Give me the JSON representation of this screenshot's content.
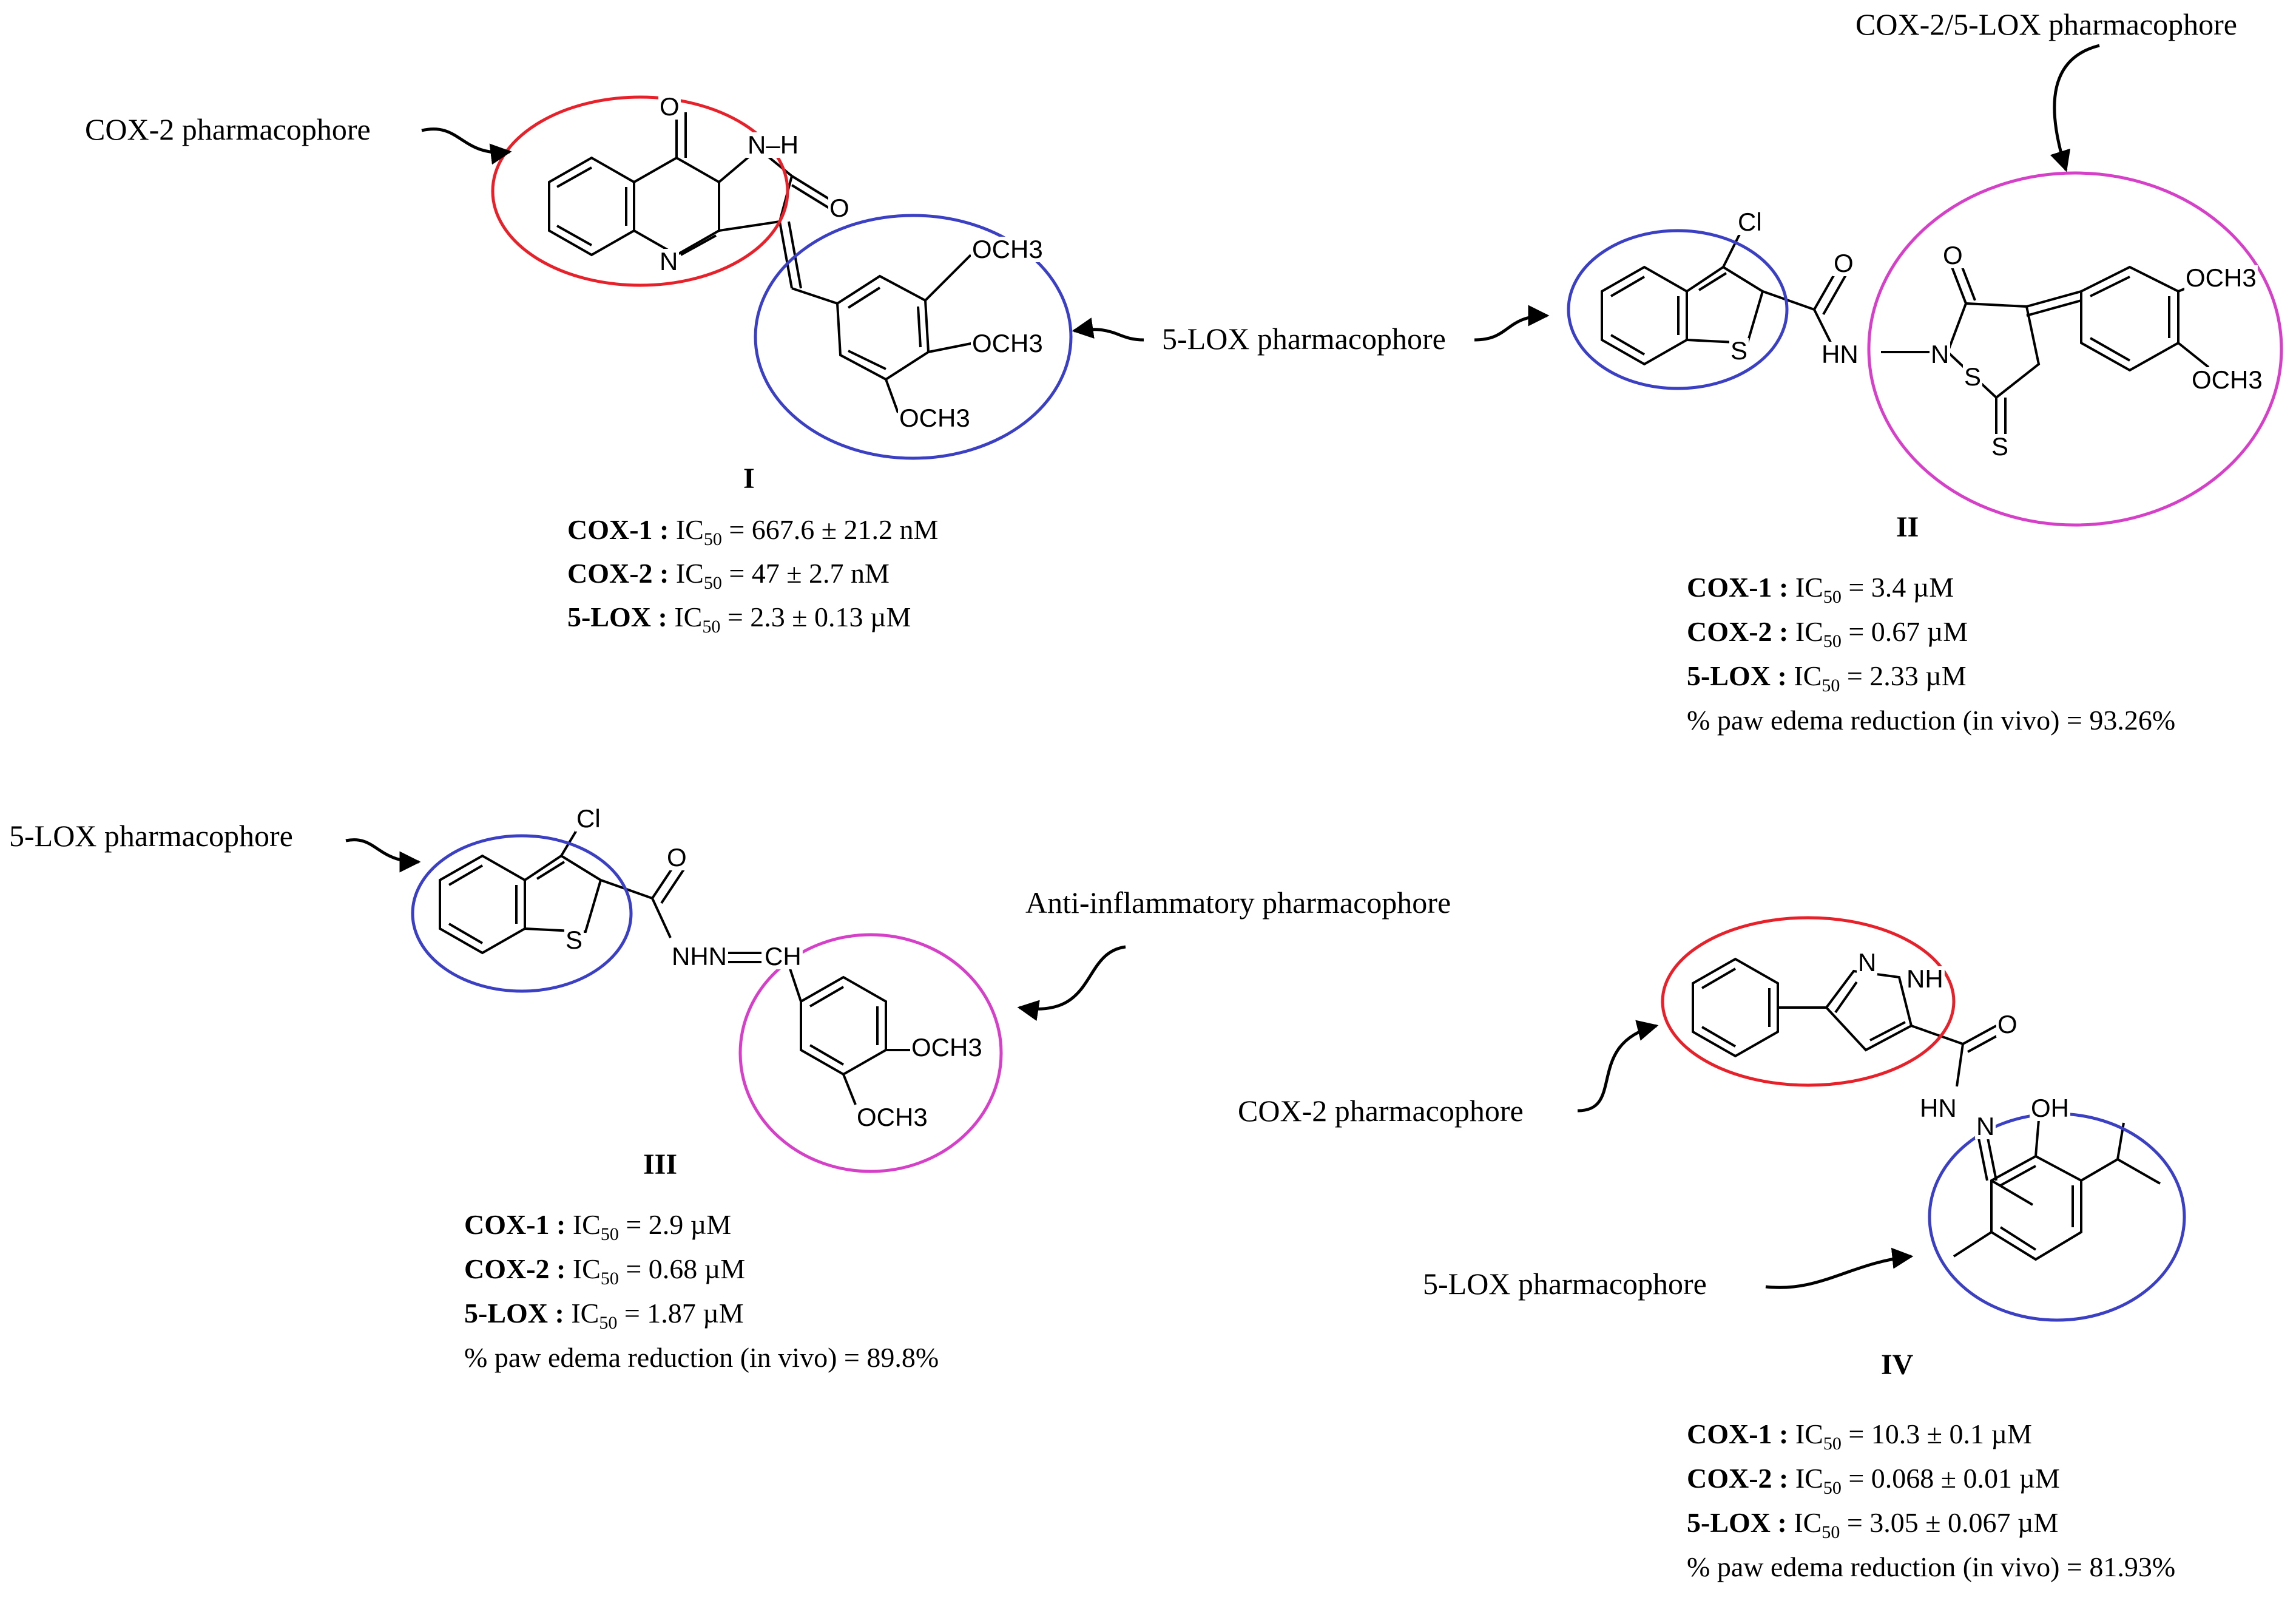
{
  "labels": {
    "I_cox2": "COX-2 pharmacophore",
    "I_5lox": "5-LOX pharmacophore",
    "II_top": "COX-2/5-LOX pharmacophore",
    "III_5lox": "5-LOX pharmacophore",
    "III_anti": "Anti-inflammatory pharmacophore",
    "IV_cox2": "COX-2 pharmacophore",
    "IV_5lox": "5-LOX pharmacophore"
  },
  "compounds": {
    "I": {
      "name": "I",
      "atoms": {
        "o1": "O",
        "nh": "N–H",
        "o2": "O",
        "n": "N",
        "och3a": "OCH3",
        "och3b": "OCH3",
        "och3c": "OCH3"
      },
      "stats": [
        {
          "enzyme": "COX-1 :",
          "ic": "IC",
          "sub": "50",
          "value": " = 667.6 ± 21.2 nM"
        },
        {
          "enzyme": "COX-2 :",
          "ic": "IC",
          "sub": "50",
          "value": " = 47 ± 2.7 nM"
        },
        {
          "enzyme": "5-LOX :",
          "ic": "IC",
          "sub": "50",
          "value": " = 2.3 ± 0.13 µM"
        }
      ]
    },
    "II": {
      "name": "II",
      "atoms": {
        "cl": "Cl",
        "s1": "S",
        "o1": "O",
        "hn": "HN",
        "n": "N",
        "o2": "O",
        "s2": "S",
        "s3": "S",
        "och3a": "OCH3",
        "och3b": "OCH3"
      },
      "stats": [
        {
          "enzyme": "COX-1 :",
          "ic": "IC",
          "sub": "50",
          "value": " = 3.4 µM"
        },
        {
          "enzyme": "COX-2 :",
          "ic": "IC",
          "sub": "50",
          "value": " = 0.67 µM"
        },
        {
          "enzyme": "5-LOX :",
          "ic": "IC",
          "sub": "50",
          "value": " = 2.33 µM"
        }
      ],
      "paw": "% paw edema reduction (in vivo) = 93.26%"
    },
    "III": {
      "name": "III",
      "atoms": {
        "cl": "Cl",
        "s": "S",
        "o": "O",
        "nhn": "NHN",
        "ch": "CH",
        "och3a": "OCH3",
        "och3b": "OCH3"
      },
      "stats": [
        {
          "enzyme": "COX-1 :",
          "ic": "IC",
          "sub": "50",
          "value": " = 2.9 µM"
        },
        {
          "enzyme": "COX-2 :",
          "ic": "IC",
          "sub": "50",
          "value": " = 0.68 µM"
        },
        {
          "enzyme": "5-LOX :",
          "ic": "IC",
          "sub": "50",
          "value": " = 1.87 µM"
        }
      ],
      "paw": "% paw edema reduction (in vivo) = 89.8%"
    },
    "IV": {
      "name": "IV",
      "atoms": {
        "n": "N",
        "nh": "NH",
        "o": "O",
        "hn": "HN",
        "n2": "N",
        "oh": "OH"
      },
      "stats": [
        {
          "enzyme": "COX-1 :",
          "ic": "IC",
          "sub": "50",
          "value": " = 10.3 ± 0.1 µM"
        },
        {
          "enzyme": "COX-2 :",
          "ic": "IC",
          "sub": "50",
          "value": " = 0.068 ± 0.01 µM"
        },
        {
          "enzyme": "5-LOX :",
          "ic": "IC",
          "sub": "50",
          "value": " = 3.05 ± 0.067 µM"
        }
      ],
      "paw": "% paw edema reduction (in vivo) = 81.93%"
    }
  },
  "colors": {
    "red": "#e8202a",
    "blue": "#3a3fc4",
    "magenta": "#d63fc8",
    "line": "#000000"
  }
}
